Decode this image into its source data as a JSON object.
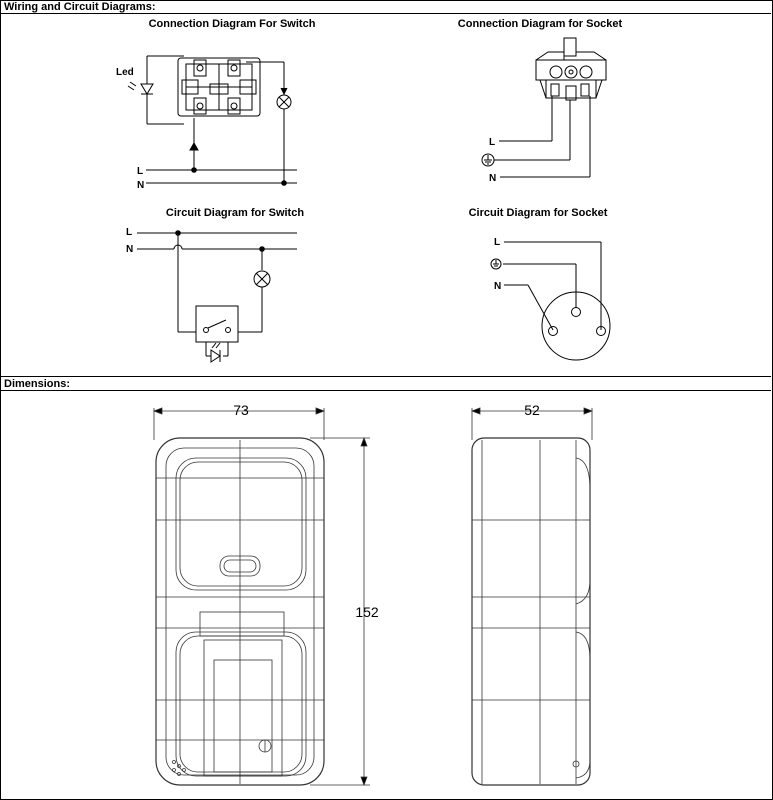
{
  "sections": {
    "wiring": "Wiring and Circuit Diagrams:",
    "dimensions": "Dimensions:"
  },
  "diagrams": {
    "switch_connection": {
      "title": "Connection Diagram For Switch",
      "led_label": "Led",
      "live": "L",
      "neutral": "N"
    },
    "socket_connection": {
      "title": "Connection Diagram for Socket",
      "live": "L",
      "neutral": "N"
    },
    "switch_circuit": {
      "title": "Circuit Diagram for Switch",
      "live": "L",
      "neutral": "N"
    },
    "socket_circuit": {
      "title": "Circuit Diagram for Socket",
      "live": "L",
      "neutral": "N"
    }
  },
  "dimensions": {
    "width": "73",
    "depth": "52",
    "height": "152"
  }
}
